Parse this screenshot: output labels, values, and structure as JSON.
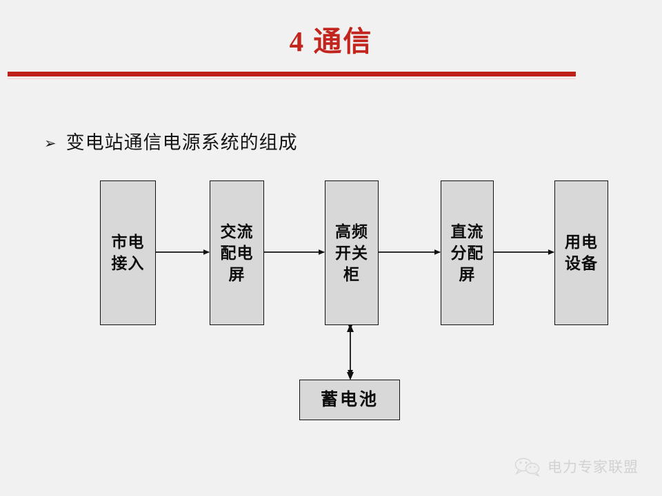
{
  "slide": {
    "title": "4 通信",
    "title_color": "#c1251d",
    "background_color": "#f1f1f1",
    "rule_color": "#c0201a"
  },
  "bullet": {
    "marker": "➢",
    "text": "变电站通信电源系统的组成"
  },
  "diagram": {
    "node_fill": "#d8d8d8",
    "node_border": "#111111",
    "nodes": [
      {
        "id": "mains-input",
        "label": "市电\n接入"
      },
      {
        "id": "ac-distribution",
        "label": "交流\n配电\n屏"
      },
      {
        "id": "hf-switch-cabinet",
        "label": "高频\n开关\n柜"
      },
      {
        "id": "dc-distribution",
        "label": "直流\n分配\n屏"
      },
      {
        "id": "load-equipment",
        "label": "用电\n设备"
      },
      {
        "id": "storage-battery",
        "label": "蓄电池"
      }
    ],
    "connections": [
      {
        "from": "mains-input",
        "to": "ac-distribution",
        "type": "single-arrow"
      },
      {
        "from": "ac-distribution",
        "to": "hf-switch-cabinet",
        "type": "single-arrow"
      },
      {
        "from": "hf-switch-cabinet",
        "to": "dc-distribution",
        "type": "single-arrow"
      },
      {
        "from": "dc-distribution",
        "to": "load-equipment",
        "type": "single-arrow"
      },
      {
        "from": "hf-switch-cabinet",
        "to": "storage-battery",
        "type": "double-arrow"
      }
    ]
  },
  "watermark": {
    "icon": "wechat-icon",
    "text": "电力专家联盟"
  }
}
